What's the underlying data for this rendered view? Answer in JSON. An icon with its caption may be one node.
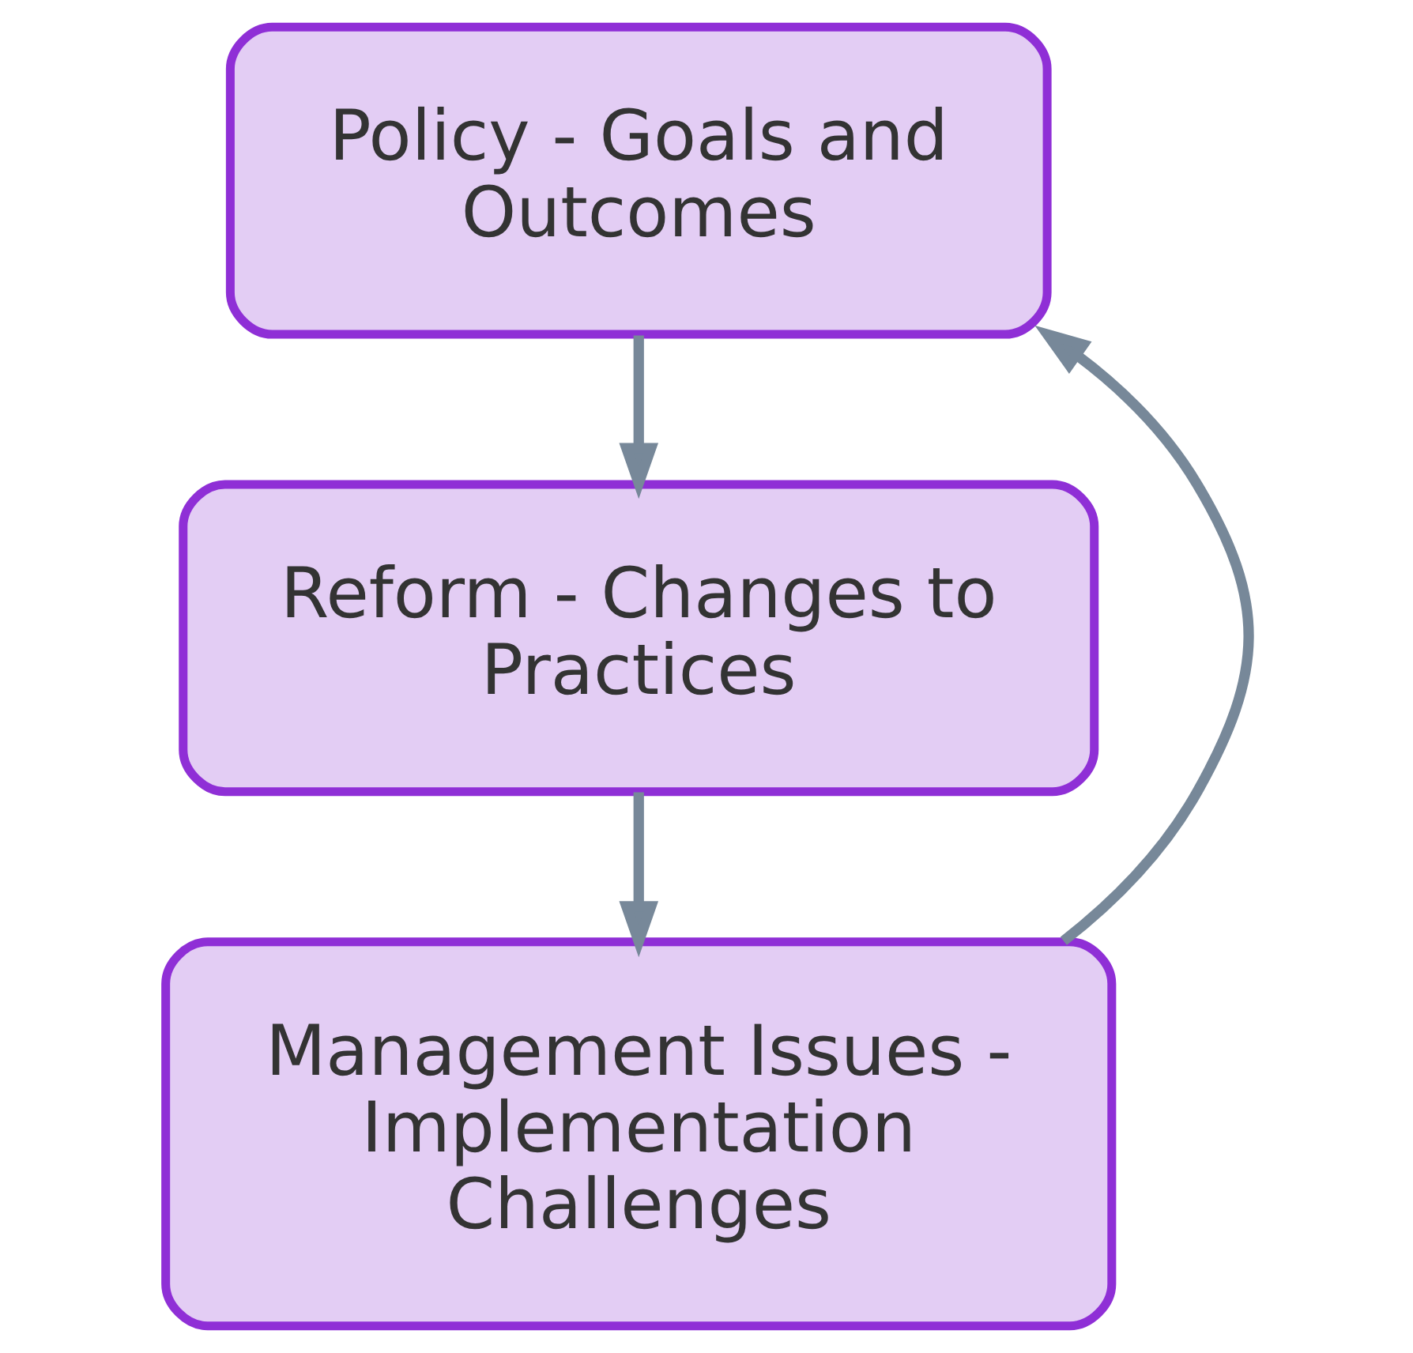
{
  "diagram": {
    "nodes": [
      {
        "text": [
          "Policy - Goals and Outcomes"
        ]
      },
      {
        "text": [
          "Reform - Changes to Practices"
        ]
      },
      {
        "text": [
          "Management Issues - Implementation Challenges"
        ]
      }
    ],
    "edges": [
      {
        "from": 0,
        "to": 1,
        "arrow": "to"
      },
      {
        "from": 1,
        "to": 2,
        "arrow": "to"
      },
      {
        "from": 2,
        "to": 0,
        "arrow": "to"
      }
    ]
  }
}
